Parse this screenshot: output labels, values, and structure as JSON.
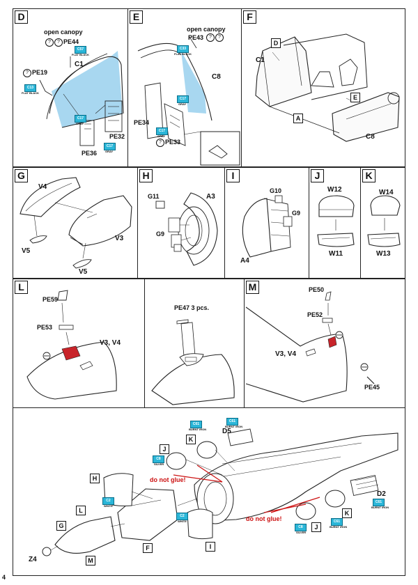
{
  "steps": {
    "D": {
      "letter": "D",
      "labels": {
        "open_canopy": "open canopy",
        "pe44": "PE44",
        "c1": "C1",
        "pe19": "PE19",
        "pe32": "PE32",
        "pe36": "PE36"
      },
      "paints": [
        {
          "code": "C57",
          "name": "FLAT BLACK"
        },
        {
          "code": "C13",
          "name": "FLAT BLACK"
        },
        {
          "code": "C17",
          "name": "GRAY"
        },
        {
          "code": "C17",
          "name": "GRAY"
        }
      ]
    },
    "E": {
      "letter": "E",
      "labels": {
        "open_canopy": "open canopy",
        "pe43": "PE43",
        "c8": "C8",
        "pe34": "PE34",
        "pe33": "PE33"
      },
      "paints": [
        {
          "code": "C33",
          "name": "FLAT BLACK"
        },
        {
          "code": "C17",
          "name": "GRAY"
        },
        {
          "code": "C17",
          "name": "GRAY"
        }
      ]
    },
    "F": {
      "letter": "F",
      "labels": {
        "d": "D",
        "c1": "C1",
        "e": "E",
        "a": "A",
        "c8": "C8"
      }
    },
    "G": {
      "letter": "G",
      "labels": {
        "v4": "V4",
        "v3": "V3",
        "v5a": "V5",
        "v5b": "V5"
      }
    },
    "H": {
      "letter": "H",
      "labels": {
        "g11": "G11",
        "a3": "A3",
        "g9": "G9"
      }
    },
    "I": {
      "letter": "I",
      "labels": {
        "g10": "G10",
        "g9": "G9",
        "a4": "A4"
      }
    },
    "J": {
      "letter": "J",
      "labels": {
        "w12": "W12",
        "w11": "W11"
      }
    },
    "K": {
      "letter": "K",
      "labels": {
        "w14": "W14",
        "w13": "W13"
      }
    },
    "L": {
      "letter": "L",
      "labels": {
        "pe59": "PE59",
        "pe53": "PE53",
        "v3v4": "V3, V4"
      }
    },
    "N": {
      "labels": {
        "pe47": "PE47  3 pcs."
      }
    },
    "M": {
      "letter": "M",
      "labels": {
        "pe50": "PE50",
        "pe52": "PE52",
        "v3v4": "V3, V4",
        "pe45": "PE45"
      }
    },
    "final": {
      "labels": {
        "d5": "D5",
        "d2": "D2",
        "z4": "Z4"
      },
      "warnings": {
        "a": "do not glue!",
        "b": "do not glue!"
      },
      "refs": {
        "j1": "J",
        "k1": "K",
        "h": "H",
        "l": "L",
        "g": "G",
        "m": "M",
        "f": "F",
        "i": "I",
        "j2": "J",
        "k2": "K"
      },
      "paints": [
        {
          "code": "C8",
          "name": "SILVER"
        },
        {
          "code": "C61",
          "name": "BURNT IRON"
        },
        {
          "code": "C61",
          "name": "BURNT IRON"
        },
        {
          "code": "C2",
          "name": "WHITE"
        },
        {
          "code": "C2",
          "name": "WHITE"
        },
        {
          "code": "C61",
          "name": "BURNT IRON"
        },
        {
          "code": "C8",
          "name": "SILVER"
        },
        {
          "code": "C61",
          "name": "BURNT IRON"
        }
      ]
    }
  },
  "page_number": "4"
}
